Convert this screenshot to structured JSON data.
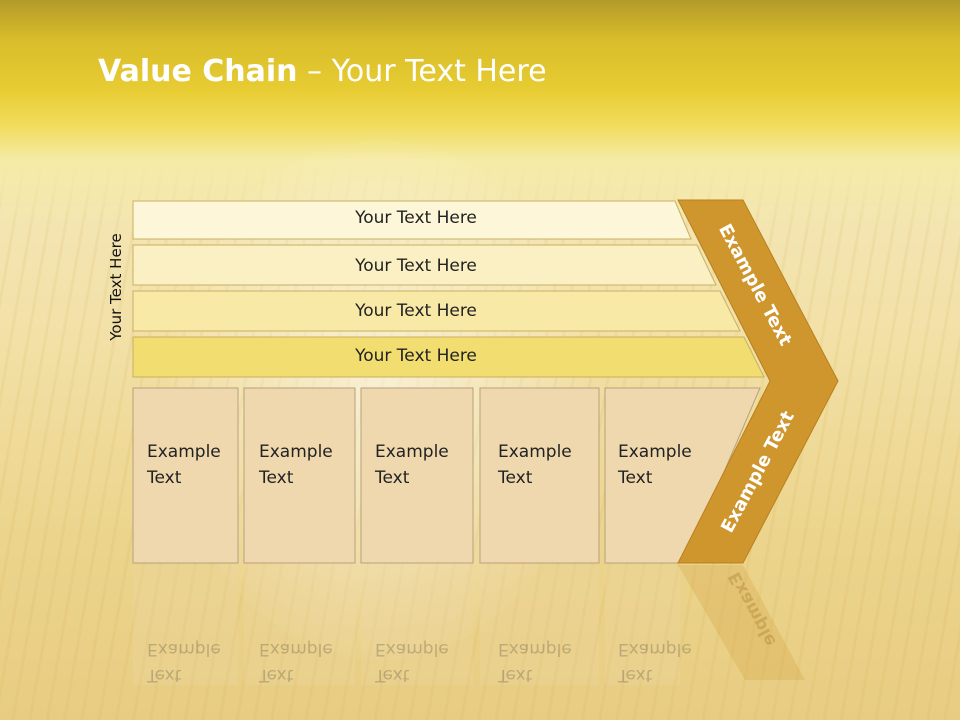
{
  "title": {
    "bold": "Value Chain",
    "rest": " – Your Text Here"
  },
  "side_label": "Your Text Here",
  "bars": [
    "Your Text Here",
    "Your Text Here",
    "Your Text Here",
    "Your Text Here"
  ],
  "boxes": [
    {
      "line1": "Example",
      "line2": "Text"
    },
    {
      "line1": "Example",
      "line2": "Text"
    },
    {
      "line1": "Example",
      "line2": "Text"
    },
    {
      "line1": "Example",
      "line2": "Text"
    },
    {
      "line1": "Example",
      "line2": "Text"
    }
  ],
  "arrow": {
    "upper_label": "Example Text",
    "lower_label": "Example Text",
    "reflection_label": "Example"
  },
  "colors": {
    "bar1": "#fdf6d9",
    "bar2": "#fbf0c4",
    "bar3": "#f8e9a6",
    "bar4": "#f2dd70",
    "box": "#efd8ae",
    "arrow": "#cf962e",
    "bar_border": "#c9b060",
    "box_border": "#b9a07e"
  }
}
